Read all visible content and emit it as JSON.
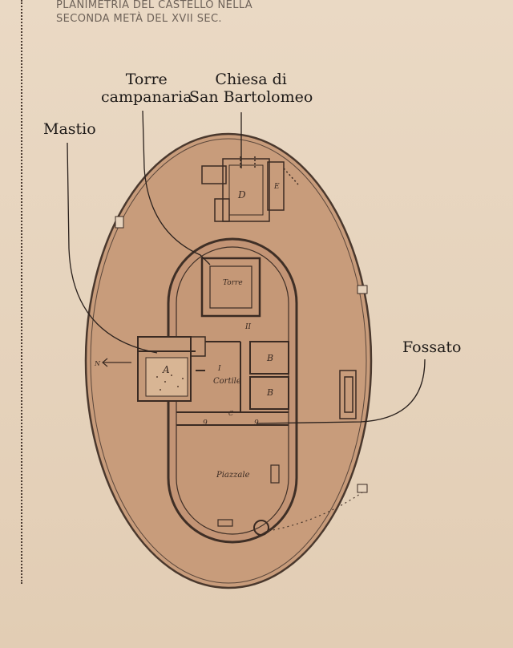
{
  "caption": {
    "line1": "PLANIMETRIA DEL CASTELLO NELLA",
    "line2": "SECONDA METÀ DEL XVII SEC."
  },
  "labels": {
    "torre_line1": "Torre",
    "torre_line2": "campanaria",
    "chiesa_line1": "Chiesa di",
    "chiesa_line2": "San Bartolomeo",
    "mastio": "Mastio",
    "fossato": "Fossato"
  },
  "plan_notes": {
    "torre": "Torre",
    "cortile": "Cortile",
    "piazzale": "Piazzale",
    "room_d": "D",
    "room_e": "E",
    "room_a": "A",
    "room_b1": "B",
    "room_b2": "B",
    "room_c": "C",
    "room_ii": "II",
    "room_i": "I",
    "num_9a": "9",
    "num_9b": "9",
    "arrow_n": "N"
  },
  "colors": {
    "moat_fill": "#c89c7b",
    "inner_fill": "#c29474",
    "ink": "#3a2a22",
    "pointer": "#2a211d"
  }
}
